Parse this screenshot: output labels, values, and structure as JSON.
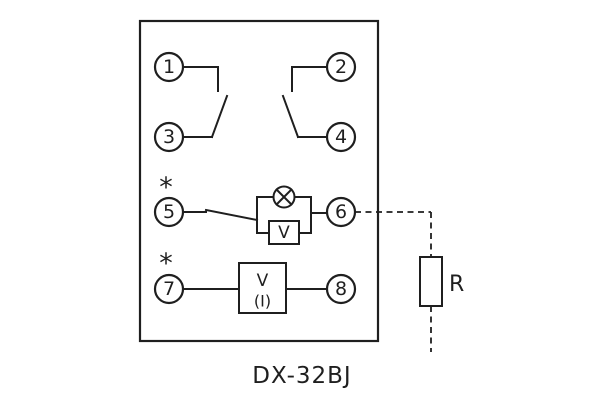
{
  "colors": {
    "line": "#1f1f1f",
    "background": "#ffffff",
    "text": "#1f1f1f"
  },
  "icons": {
    "lamp": "circle-cross-lamp-symbol"
  },
  "diagram": {
    "caption": "DX-32BJ",
    "terminals": [
      {
        "label": "1"
      },
      {
        "label": "2"
      },
      {
        "label": "3"
      },
      {
        "label": "4"
      },
      {
        "label": "5"
      },
      {
        "label": "6"
      },
      {
        "label": "7"
      },
      {
        "label": "8"
      }
    ],
    "polarity_mark": "*",
    "signal_unit": {
      "coil_label": "V"
    },
    "meter_box": {
      "line1": "V",
      "line2": "(I)"
    },
    "resistor_label": "R"
  }
}
